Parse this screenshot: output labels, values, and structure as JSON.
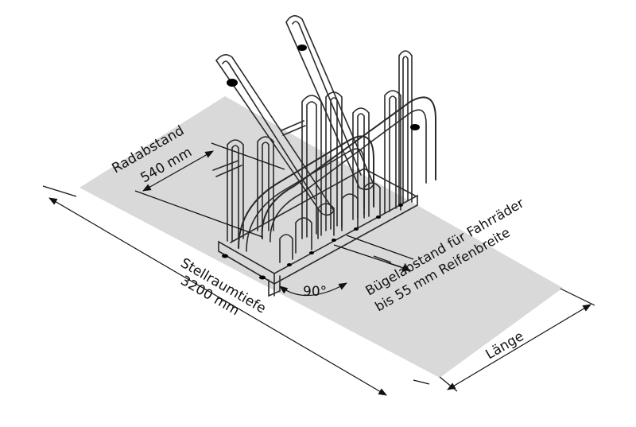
{
  "labels": {
    "radabstand_line1": "Radabstand",
    "radabstand_line2": "540 mm",
    "buegelabstand_line1": "Bügelabstand für Fahrräder",
    "buegelabstand_line2": "bis 55 mm Reifenbreite",
    "angle": "90°",
    "stellraum_line1": "Stellraumtiefe",
    "stellraum_line2": "3200 mm",
    "laenge": "Länge"
  },
  "colors": {
    "floor": "#d9d9d9",
    "line": "#1a1a1a",
    "rack_fill": "#ffffff"
  }
}
